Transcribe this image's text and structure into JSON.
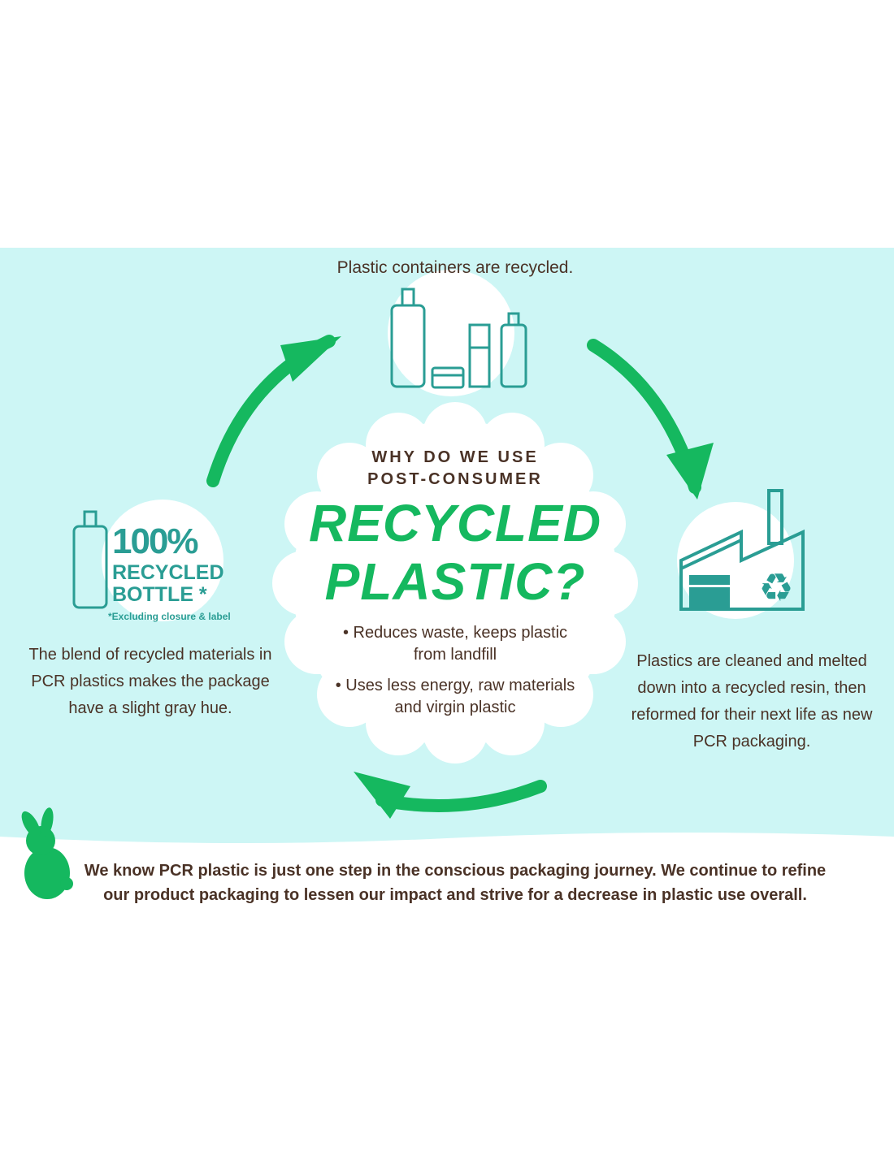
{
  "colors": {
    "background": "#cdf6f5",
    "accent_green": "#15b85f",
    "teal": "#2a9d94",
    "text": "#4a3226"
  },
  "cycle": {
    "top_caption": "Plastic containers are recycled.",
    "left": {
      "percent": "100%",
      "line1": "RECYCLED",
      "line2": "BOTTLE *",
      "note": "*Excluding closure & label",
      "caption": "The blend of recycled materials in PCR plastics makes the package have a slight gray hue."
    },
    "right": {
      "caption": "Plastics are cleaned and melted down into a recycled resin, then reformed for their next life as new PCR packaging."
    }
  },
  "center": {
    "question_line1": "WHY DO WE USE",
    "question_line2": "POST-CONSUMER",
    "headline_line1": "RECYCLED",
    "headline_line2": "PLASTIC?",
    "bullets": [
      "• Reduces waste, keeps plastic from landfill",
      "• Uses less energy, raw materials and virgin plastic"
    ]
  },
  "footer": {
    "text": "We know PCR plastic is just one step in the conscious packaging journey. We continue to refine our product packaging to lessen our impact and strive for a decrease in plastic use overall."
  },
  "icons": [
    "bottles-icon",
    "bottle-icon",
    "factory-icon",
    "recycle-icon",
    "bunny-icon",
    "arrow-icon"
  ]
}
